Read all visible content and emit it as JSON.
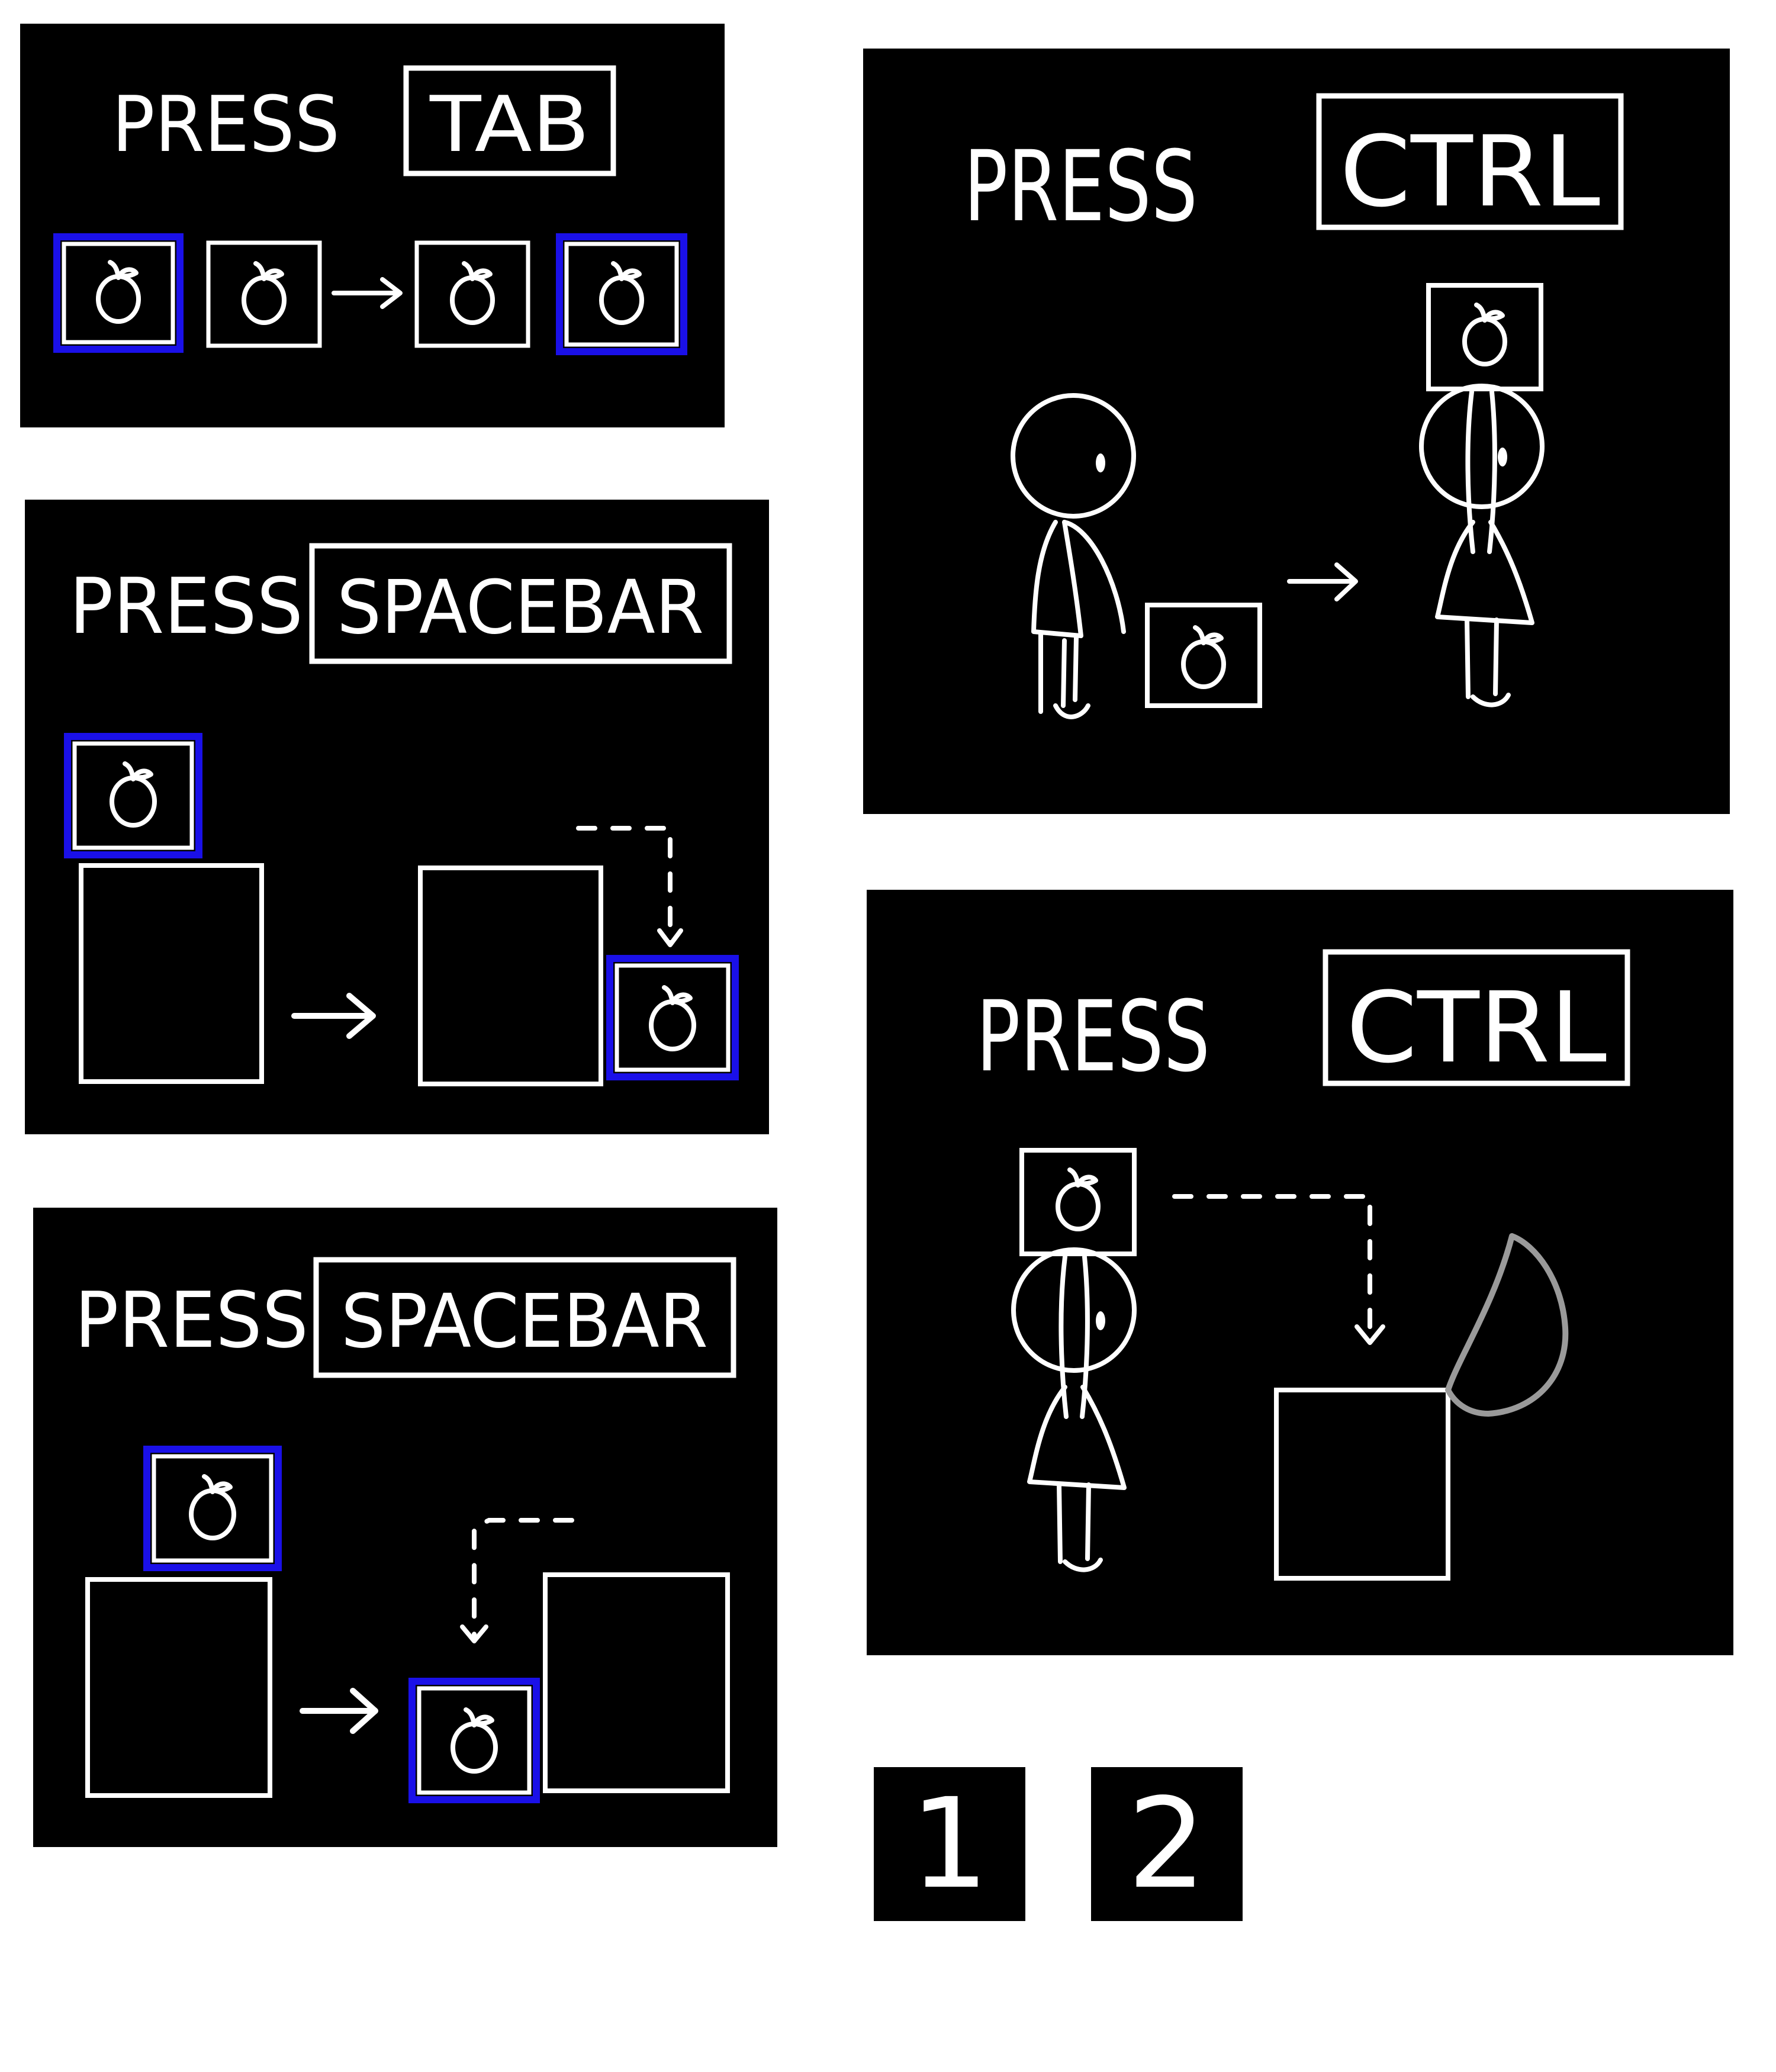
{
  "panels": {
    "tab": {
      "word": "PRESS",
      "key": "TAB"
    },
    "spacebar_1": {
      "word": "PRESS",
      "key": "SPACEBAR"
    },
    "spacebar_2": {
      "word": "PRESS",
      "key": "SPACEBAR"
    },
    "ctrl_1": {
      "word": "PRESS",
      "key": "CTRL"
    },
    "ctrl_2": {
      "word": "PRESS",
      "key": "CTRL"
    }
  },
  "number_tiles": [
    "1",
    "2"
  ],
  "icons": {
    "item": "apple-icon",
    "direction": "arrow-right-icon",
    "drop": "dashed-arrow-down-icon",
    "character": "stick-figure-icon",
    "container": "open-box-icon"
  },
  "colors": {
    "panel_bg": "#000000",
    "line": "#ffffff",
    "selection_highlight": "#1a10e8",
    "box_lid": "#9a9a9a"
  }
}
